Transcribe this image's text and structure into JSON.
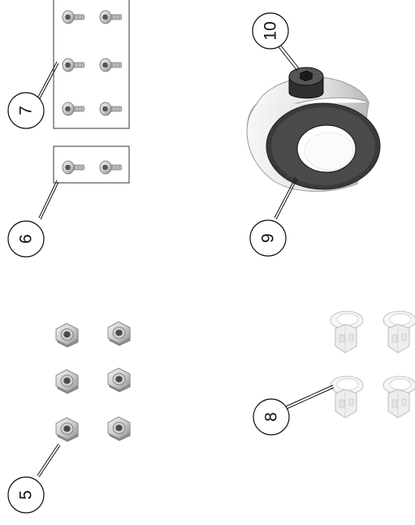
{
  "callouts": {
    "c5": "5",
    "c6": "6",
    "c7": "7",
    "c8": "8",
    "c9": "9",
    "c10": "10"
  },
  "icons": {
    "screw": "flat-head-screw-icon",
    "nut": "hex-nut-icon",
    "clip": "cable-clip-icon",
    "collar": "shaft-collar-icon",
    "setscrew": "set-screw-icon"
  }
}
